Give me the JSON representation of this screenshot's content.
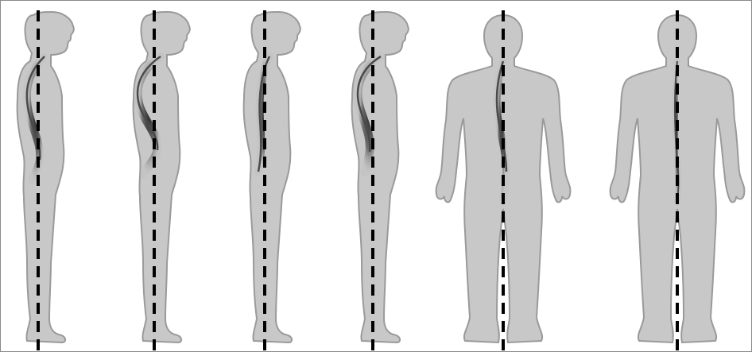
{
  "figure": {
    "background": "#ffffff",
    "body_color": "#c8c8c8",
    "body_outline": "#9a9a9a",
    "spine_dark": "#3a3a3a",
    "plumb_line_color": "#000000",
    "figures": [
      {
        "view": "side",
        "posture": "sway-back",
        "plumb_line": true
      },
      {
        "view": "side",
        "posture": "hyperlordosis",
        "plumb_line": true
      },
      {
        "view": "side",
        "posture": "flat-back",
        "plumb_line": true
      },
      {
        "view": "side",
        "posture": "kyphosis",
        "plumb_line": true
      },
      {
        "view": "back",
        "posture": "scoliosis",
        "plumb_line": true
      },
      {
        "view": "back",
        "posture": "normal",
        "plumb_line": true
      }
    ]
  }
}
